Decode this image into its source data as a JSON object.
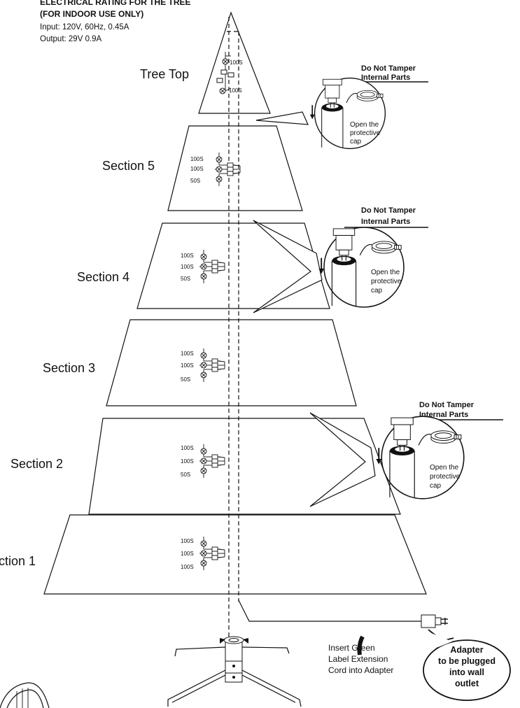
{
  "rating": {
    "line1": "ELECTRICAL RATING FOR THE TREE",
    "line2": "(FOR INDOOR USE ONLY)",
    "input": "Input: 120V, 60Hz, 0.45A",
    "output": "Output: 29V 0.9A"
  },
  "sections": [
    {
      "label": "Tree Top",
      "circuits": [
        "100S",
        "100S"
      ]
    },
    {
      "label": "Section 5",
      "circuits": [
        "100S",
        "100S",
        "50S"
      ]
    },
    {
      "label": "Section 4",
      "circuits": [
        "100S",
        "100S",
        "50S"
      ]
    },
    {
      "label": "Section 3",
      "circuits": [
        "100S",
        "100S",
        "50S"
      ]
    },
    {
      "label": "Section 2",
      "circuits": [
        "100S",
        "100S",
        "50S"
      ]
    },
    {
      "label": "ction 1",
      "circuits": [
        "100S",
        "100S",
        "100S"
      ]
    }
  ],
  "callout": {
    "warning_line1": "Do Not Tamper",
    "warning_line2": "Internal Parts",
    "open_line1": "Open the",
    "open_line2": "protective",
    "open_line3": "cap"
  },
  "cord_note": {
    "line1": "Insert Green",
    "line2": "Label Extension",
    "line3": "Cord into Adapter"
  },
  "adapter_note": {
    "line1": "Adapter",
    "line2": "to be plugged",
    "line3": "into wall",
    "line4": "outlet"
  }
}
